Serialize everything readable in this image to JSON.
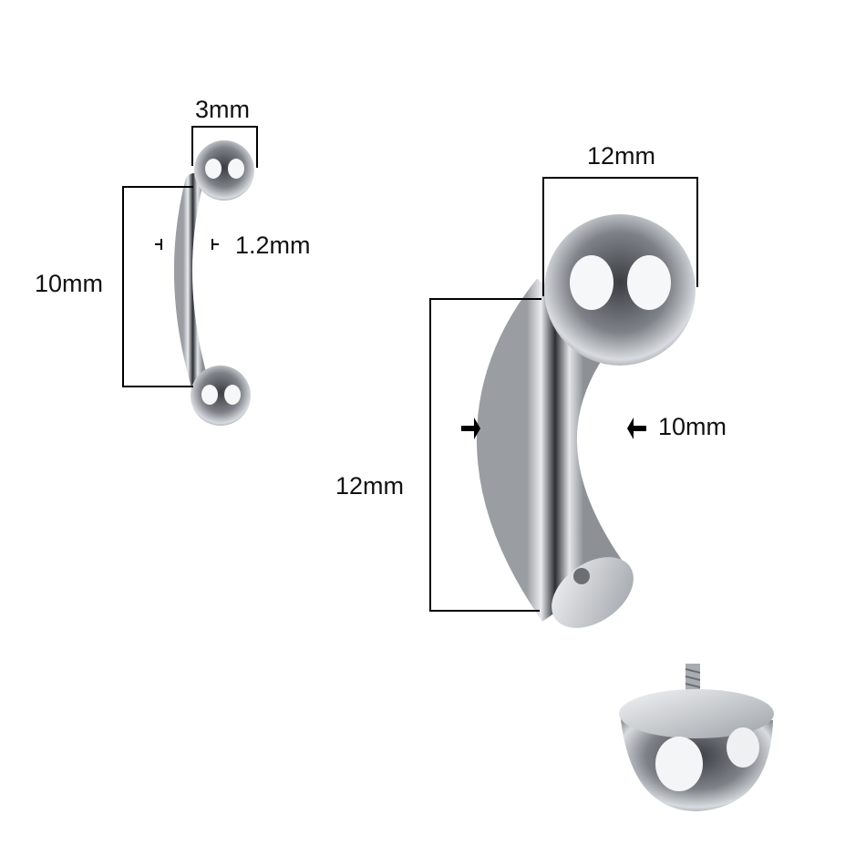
{
  "small_barbell": {
    "ball_diameter": "3mm",
    "bar_thickness": "1.2mm",
    "bar_length": "10mm"
  },
  "large_barbell": {
    "ball_diameter": "12mm",
    "bar_thickness": "10mm",
    "bar_length": "12mm"
  },
  "detached_ball": {
    "description": "threaded ball end"
  },
  "colors": {
    "background": "#ffffff",
    "line": "#000000",
    "metal_light": "#f2f4f6",
    "metal_mid": "#a9adb2",
    "metal_dark": "#2b2e33"
  }
}
